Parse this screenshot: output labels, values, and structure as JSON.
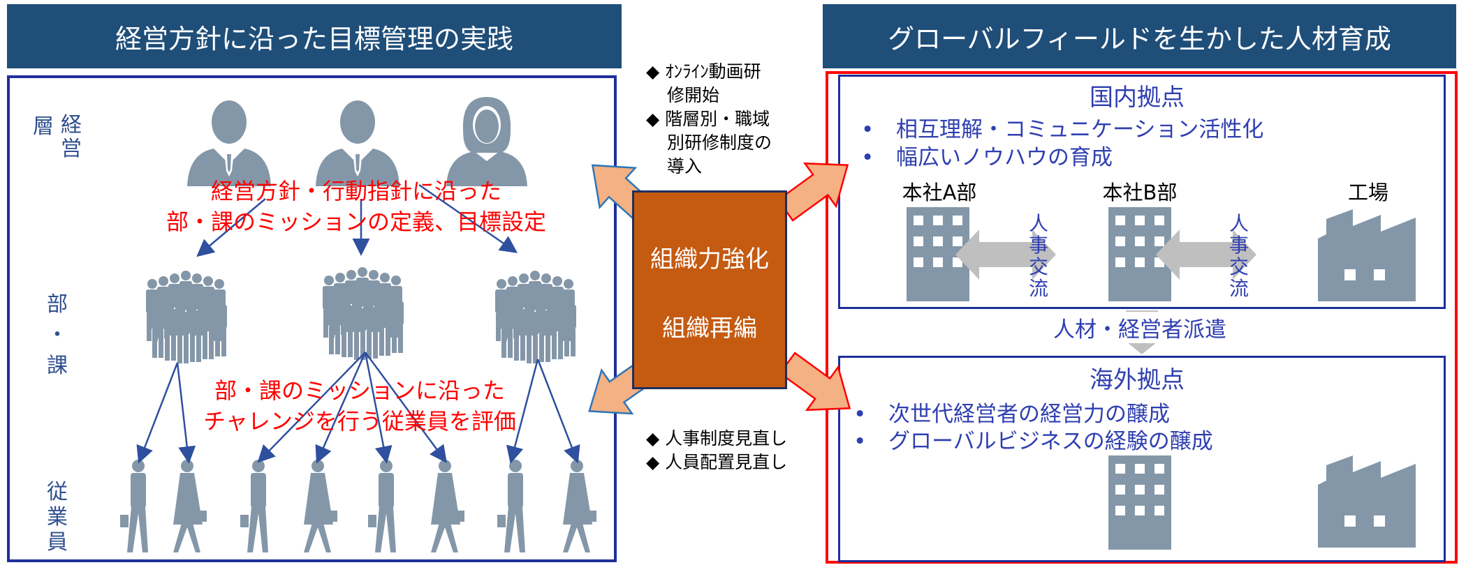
{
  "left": {
    "header": "経営方針に沿った目標管理の実践",
    "levels": [
      {
        "label": "経営層"
      },
      {
        "label": "部・課"
      },
      {
        "label": "従業員"
      }
    ],
    "level_chars": {
      "keiei_1": "経",
      "keiei_2": "営",
      "keiei_3": "層",
      "bu_1": "部",
      "bu_2": "・",
      "bu_3": "課",
      "ju_1": "従",
      "ju_2": "業",
      "ju_3": "員"
    },
    "mission_text_1": "経営方針・行動指針に沿った",
    "mission_text_2": "部・課のミッションの定義、目標設定",
    "eval_text_1": "部・課のミッションに沿った",
    "eval_text_2": "チャレンジを行う従業員を評価"
  },
  "center": {
    "line1": "組織力強化",
    "line2": "組織再編",
    "top_notes": [
      "◆ ｵﾝﾗｲﾝ動画研",
      "修開始",
      "◆ 階層別・職域",
      "別研修制度の",
      "導入"
    ],
    "bottom_notes": [
      "◆ 人事制度見直し",
      "◆ 人員配置見直し"
    ]
  },
  "right": {
    "header": "グローバルフィールドを生かした人材育成",
    "domestic": {
      "title": "国内拠点",
      "bullets": [
        "相互理解・コミュニケーション活性化",
        "幅広いノウハウの育成"
      ],
      "sites": [
        "本社A部",
        "本社B部",
        "工場"
      ],
      "exchange_chars": [
        "人",
        "事",
        "交",
        "流"
      ]
    },
    "dispatch": "人材・経営者派遣",
    "overseas": {
      "title": "海外拠点",
      "bullets": [
        "次世代経営者の経営力の醸成",
        "グローバルビジネスの経験の醸成"
      ]
    },
    "bullet_symbol": "•"
  },
  "colors": {
    "header_bg": "#1f4e79",
    "frame_blue": "#1f2f9c",
    "frame_red": "#ff0000",
    "center_fill": "#c55a11",
    "arrow_fill": "#f4b183",
    "icon_gray": "#8497a8",
    "exchange_gray": "#bfbfbf"
  }
}
